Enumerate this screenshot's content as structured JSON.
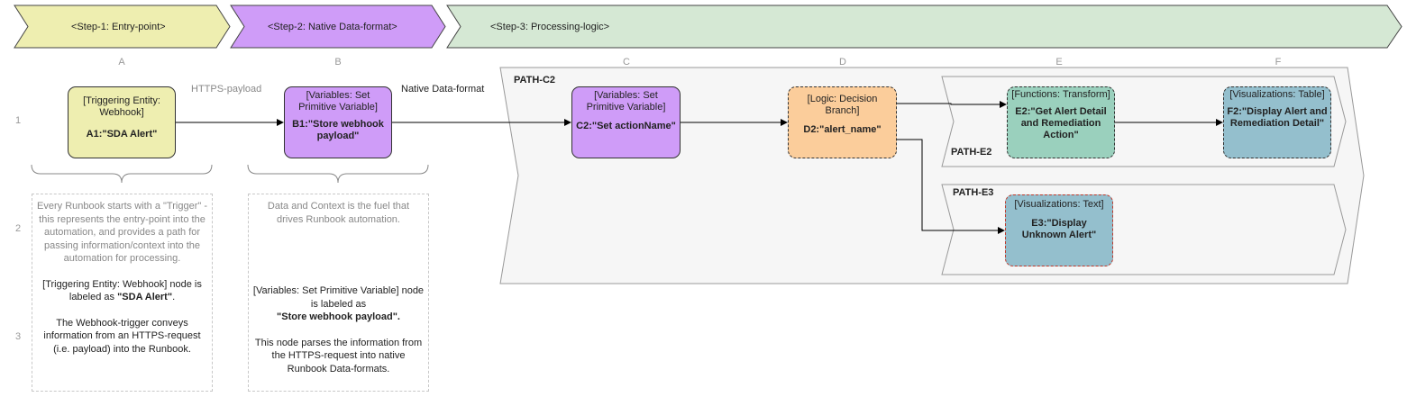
{
  "steps": [
    {
      "label": "<Step-1: Entry-point>",
      "color": "#eeeeb0"
    },
    {
      "label": "<Step-2: Native Data-format>",
      "color": "#cf9cf8"
    },
    {
      "label": "<Step-3: Processing-logic>",
      "color": "#d5e8d4"
    }
  ],
  "columns": [
    "A",
    "B",
    "C",
    "D",
    "E",
    "F"
  ],
  "rows": [
    "1",
    "2",
    "3"
  ],
  "edge_labels": {
    "https_payload": "HTTPS-payload",
    "native_data_format": "Native Data-format"
  },
  "paths": {
    "c2": "PATH-C2",
    "e2": "PATH-E2",
    "e3": "PATH-E3"
  },
  "nodes": {
    "a1": {
      "type": "[Triggering Entity: Webhook]",
      "name": "A1:\"SDA Alert\"",
      "color": "#eeeeb0"
    },
    "b1": {
      "type": "[Variables: Set Primitive Variable]",
      "name": "B1:\"Store webhook payload\"",
      "color": "#cf9cf8"
    },
    "c2": {
      "type": "[Variables: Set Primitive Variable]",
      "name": "C2:\"Set actionName\"",
      "color": "#cf9cf8"
    },
    "d2": {
      "type": "[Logic: Decision Branch]",
      "name": "D2:\"alert_name\"",
      "color": "#fbcd9b"
    },
    "e2": {
      "type": "[Functions: Transform]",
      "name": "E2:\"Get Alert Detail and Remediation Action\"",
      "color": "#9ad0bd"
    },
    "f2": {
      "type": "[Visualizations: Table]",
      "name": "F2:\"Display Alert and Remediation Detail\"",
      "color": "#94bfcd"
    },
    "e3": {
      "type": "[Visualizations: Text]",
      "name": "E3:\"Display Unknown Alert\"",
      "color": "#94bfcd"
    }
  },
  "notes": {
    "a": {
      "intro": "Every Runbook starts with a \"Trigger\" - this represents the entry-point into the automation, and provides a path for passing information/context into the automation for processing.",
      "label_pre": "[Triggering Entity: Webhook] node is labeled as ",
      "label_bold": "\"SDA Alert\"",
      "label_post": ".",
      "detail": "The Webhook-trigger conveys information from an HTTPS-request (i.e. payload) into the Runbook."
    },
    "b": {
      "intro": "Data and Context is the fuel that drives Runbook automation.",
      "label_pre": "[Variables: Set Primitive Variable] node is labeled as",
      "label_bold": "\"Store webhook payload\".",
      "detail": "This node parses the information from the HTTPS-request into native Runbook Data-formats."
    }
  }
}
